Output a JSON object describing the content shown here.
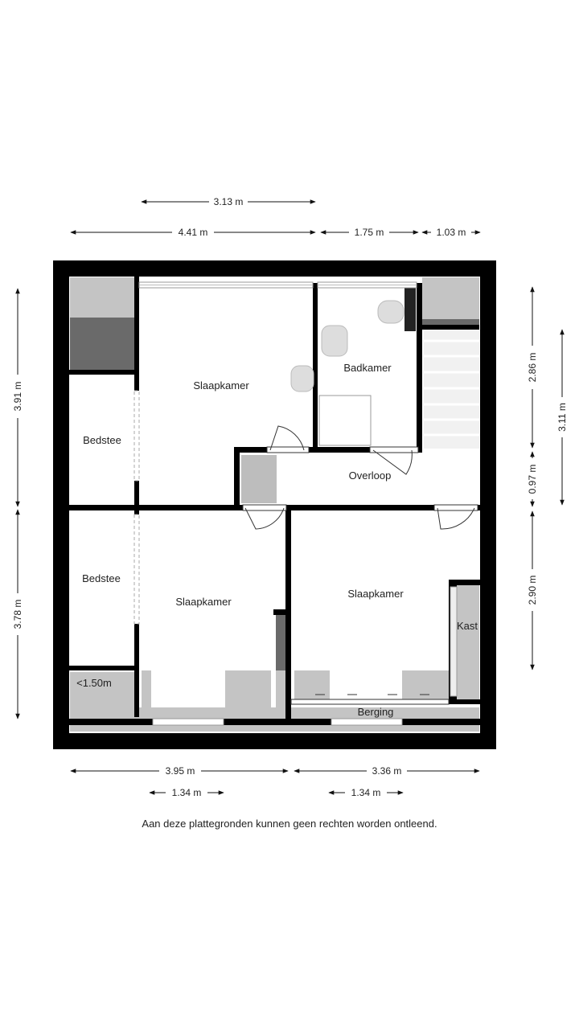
{
  "rooms": {
    "slaapkamer_1": "Slaapkamer",
    "badkamer": "Badkamer",
    "bedstee_1": "Bedstee",
    "overloop": "Overloop",
    "bedstee_2": "Bedstee",
    "slaapkamer_2": "Slaapkamer",
    "slaapkamer_3": "Slaapkamer",
    "kast": "Kast",
    "low_ceiling": "<1.50m",
    "berging": "Berging"
  },
  "dimensions": {
    "top_inner": "3.13 m",
    "top_left": "4.41 m",
    "top_mid": "1.75 m",
    "top_right": "1.03 m",
    "left_upper": "3.91 m",
    "left_lower": "3.78 m",
    "right_upper": "2.86 m",
    "right_mid": "0.97 m",
    "right_lower": "2.90 m",
    "right_outer": "3.11 m",
    "bottom_left": "3.95 m",
    "bottom_right": "3.36 m",
    "bottom_inner_left": "1.34 m",
    "bottom_inner_right": "1.34 m"
  },
  "colors": {
    "wall": "#000000",
    "low_area": "#bdbdbd",
    "dark_block": "#666666",
    "floor": "#ffffff"
  },
  "disclaimer": "Aan deze plattegronden kunnen geen rechten worden ontleend."
}
